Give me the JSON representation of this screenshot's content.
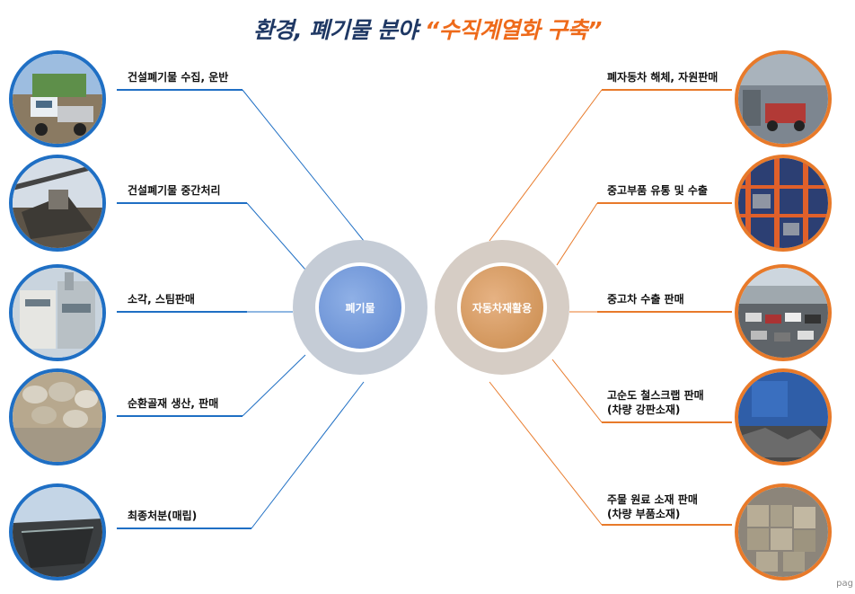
{
  "title": {
    "main": "환경, 폐기물 분야",
    "accent": "“수직계열화 구축”"
  },
  "hubs": {
    "left": "폐기물",
    "right": "자동차재활용"
  },
  "left_items": [
    {
      "label": "건설폐기물 수집, 운반"
    },
    {
      "label": "건설폐기물 중간처리"
    },
    {
      "label": "소각, 스팀판매"
    },
    {
      "label": "순환골재 생산, 판매"
    },
    {
      "label": "최종처분(매립)"
    }
  ],
  "right_items": [
    {
      "line1": "폐자동차 해체, 자원판매",
      "line2": ""
    },
    {
      "line1": "중고부품 유통 및 수출",
      "line2": ""
    },
    {
      "line1": "중고차 수출 판매",
      "line2": ""
    },
    {
      "line1": "고순도 철스크랩 판매",
      "line2": "(차량 강판소재)"
    },
    {
      "line1": "주물 원료 소재 판매",
      "line2": "(차량 부품소재)"
    }
  ],
  "footer": {
    "page_text": "pag"
  },
  "colors": {
    "left_accent": "#1f6fc4",
    "right_accent": "#e87a2a",
    "title": "#1f3864",
    "title_accent": "#ee6a1a"
  }
}
